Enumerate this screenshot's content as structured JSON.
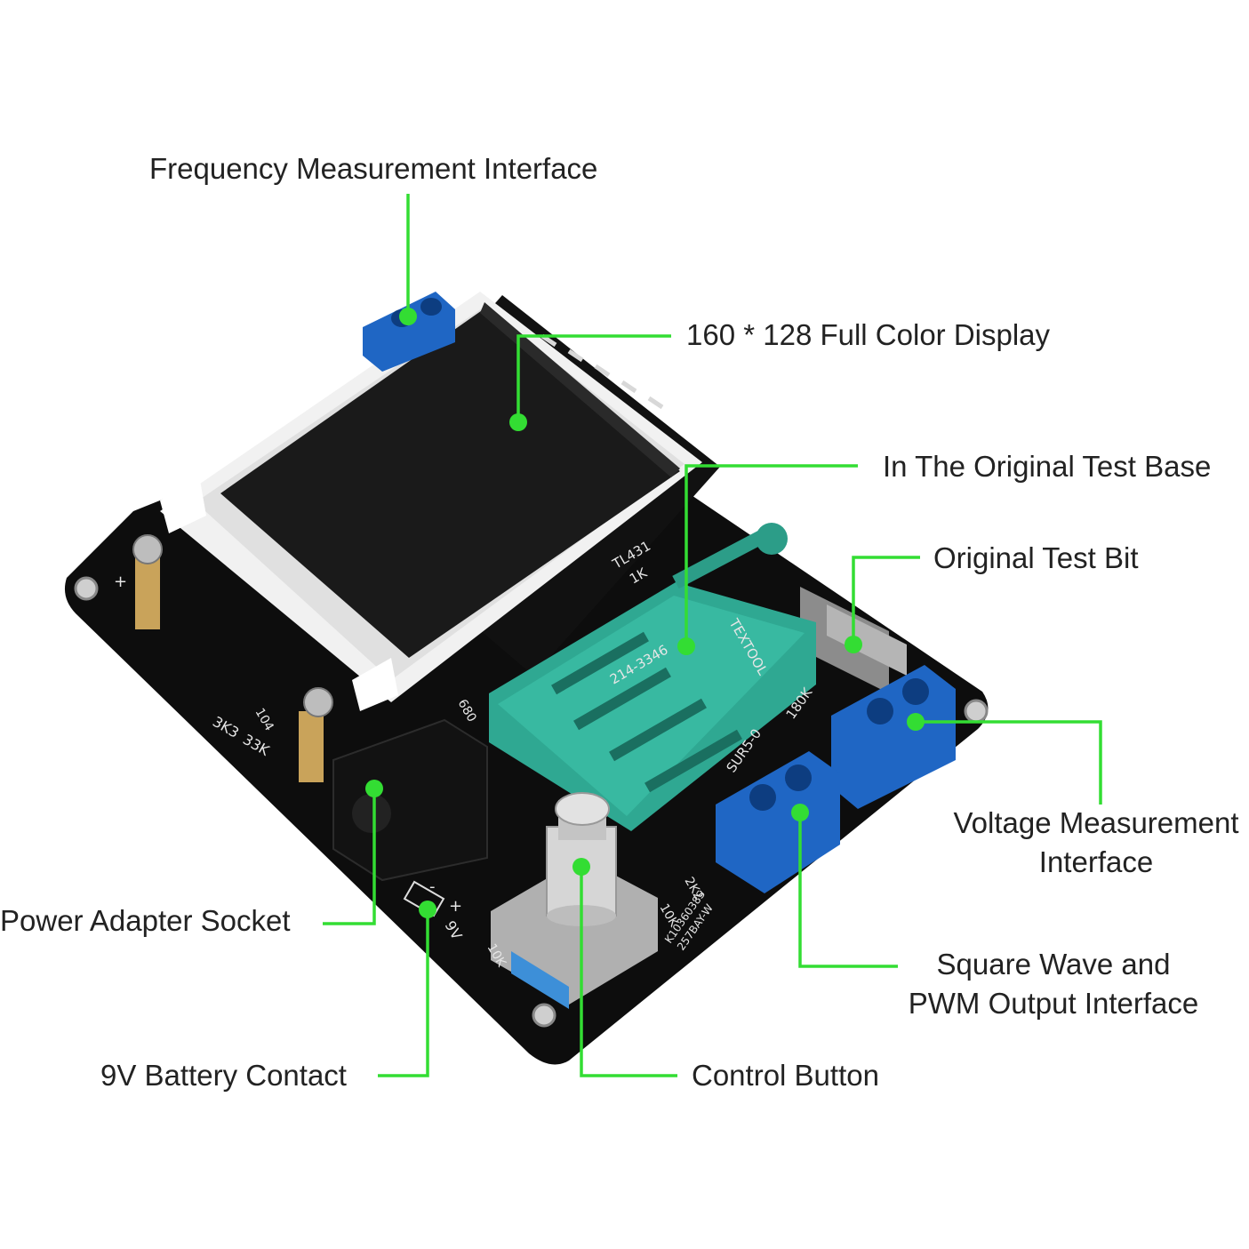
{
  "callouts": {
    "frequency": "Frequency Measurement Interface",
    "display": "160 * 128 Full Color Display",
    "test_base": "In The Original Test Base",
    "test_bit": "Original Test Bit",
    "voltage": [
      "Voltage Measurement",
      "Interface"
    ],
    "power": "Power Adapter Socket",
    "square_wave": [
      "Square Wave and",
      "PWM Output Interface"
    ],
    "battery": "9V Battery Contact",
    "control": "Control Button"
  },
  "pcb_markings": {
    "tl431": "TL431",
    "r1k": "1K",
    "r180k": "180K",
    "sur": "SUR5-0",
    "r680": "680",
    "r3k3": "3K3",
    "r33k": "33K",
    "c104": "104",
    "r10k_a": "10K",
    "r10k_b": "10K",
    "r2k2": "2K2",
    "nine_v": "9V",
    "encoder_a": "K1036038S",
    "encoder_b": "257BAY-W",
    "zif_a": "TEXTOOL",
    "zif_b": "214-3346",
    "minus": "-",
    "plus": "+"
  },
  "colors": {
    "callout_line": "#33dd33",
    "pcb": "#0d0d0d",
    "terminal": "#1f66c4",
    "zif_socket": "#2fa892",
    "screen": "#1a1a1a"
  }
}
